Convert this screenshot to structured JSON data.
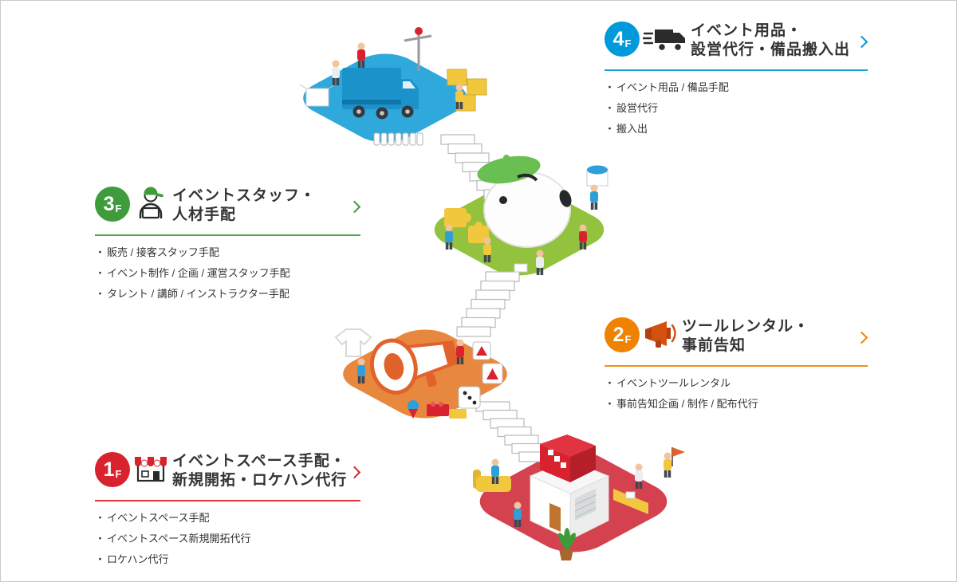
{
  "page": {
    "background": "#ffffff",
    "border_color": "#c9c9c9",
    "text_color": "#333333"
  },
  "floors": [
    {
      "id": "floor-4f",
      "badge_number": "4",
      "badge_suffix": "F",
      "color": "#0099d9",
      "platform_color": "#2fa8dc",
      "icon": "delivery-truck-icon",
      "title_line1": "イベント用品・",
      "title_line2": "設営代行・備品搬入出",
      "items": [
        "イベント用品 / 備品手配",
        "設営代行",
        "搬入出"
      ]
    },
    {
      "id": "floor-3f",
      "badge_number": "3",
      "badge_suffix": "F",
      "color": "#3f9c3c",
      "platform_color": "#93c33e",
      "icon": "staff-icon",
      "title_line1": "イベントスタッフ・",
      "title_line2": "人材手配",
      "items": [
        "販売 / 接客スタッフ手配",
        "イベント制作 / 企画 / 運営スタッフ手配",
        "タレント / 講師 / インストラクター手配"
      ]
    },
    {
      "id": "floor-2f",
      "badge_number": "2",
      "badge_suffix": "F",
      "color": "#ef8200",
      "platform_color": "#e8883f",
      "icon": "megaphone-icon",
      "title_line1": "ツールレンタル・",
      "title_line2": "事前告知",
      "items": [
        "イベントツールレンタル",
        "事前告知企画 / 制作 / 配布代行"
      ]
    },
    {
      "id": "floor-1f",
      "badge_number": "1",
      "badge_suffix": "F",
      "color": "#d8222d",
      "platform_color": "#d4414f",
      "icon": "storefront-icon",
      "title_line1": "イベントスペース手配・",
      "title_line2": "新規開拓・ロケハン代行",
      "items": [
        "イベントスペース手配",
        "イベントスペース新規開拓代行",
        "ロケハン代行"
      ]
    }
  ]
}
